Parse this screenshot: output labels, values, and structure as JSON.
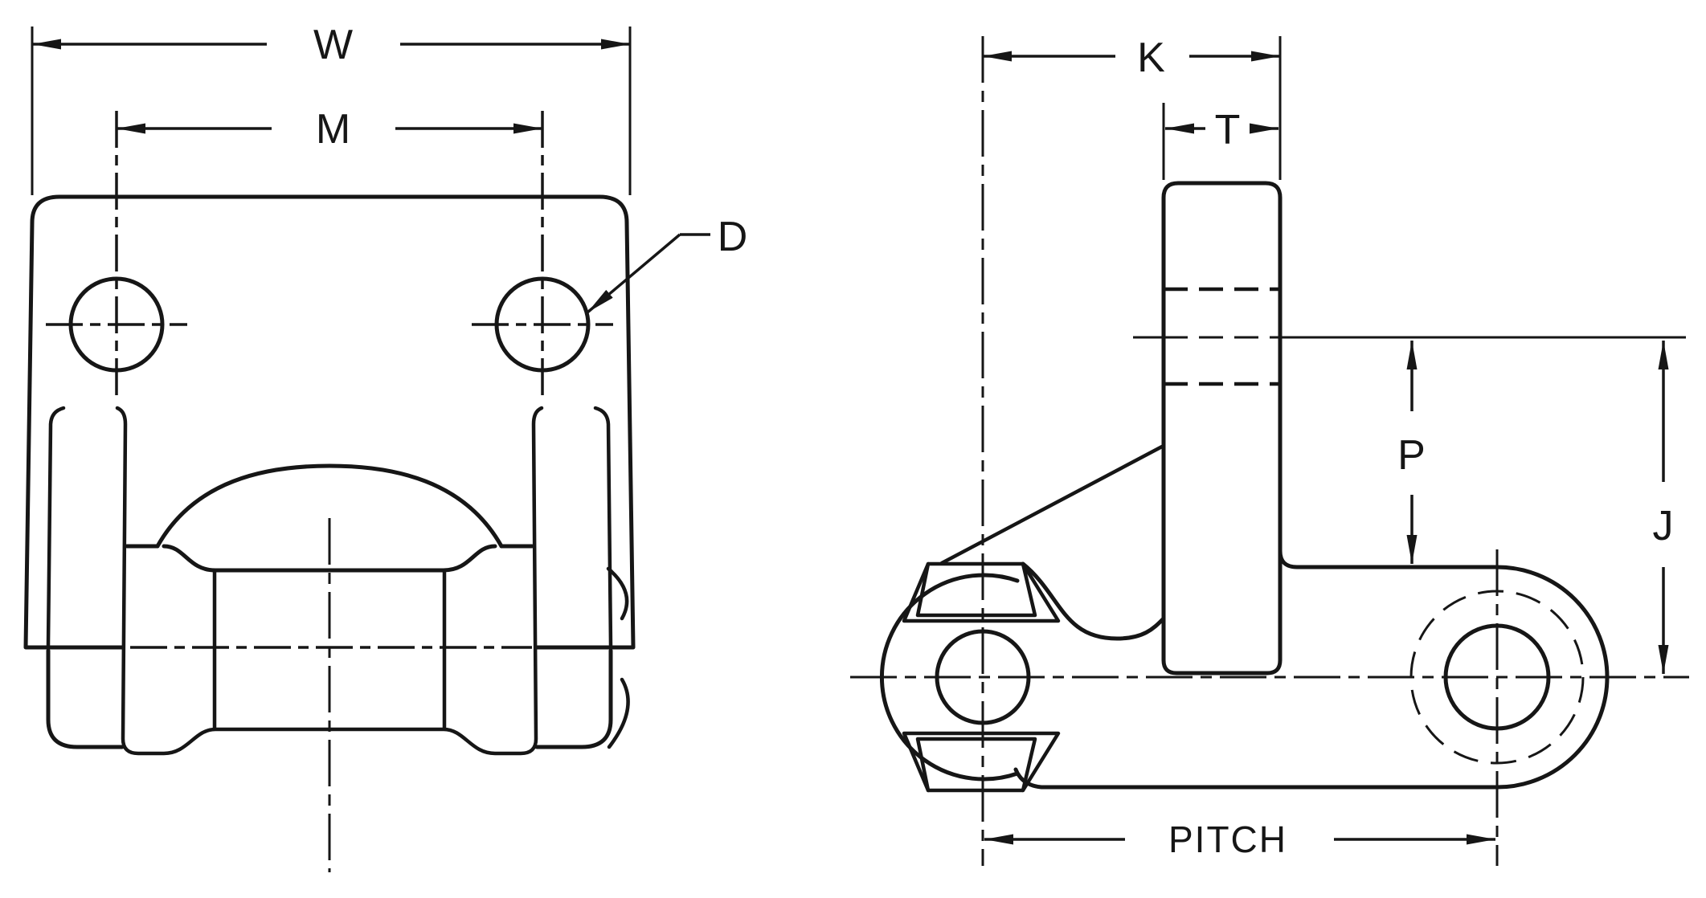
{
  "figure": {
    "kind": "dimensioned engineering drawing, two orthographic views",
    "background": "#ffffff",
    "ink_color": "#161616"
  },
  "labels": {
    "w": "W",
    "m": "M",
    "d": "D",
    "k": "K",
    "t": "T",
    "p": "P",
    "j": "J",
    "pitch": "PITCH"
  }
}
